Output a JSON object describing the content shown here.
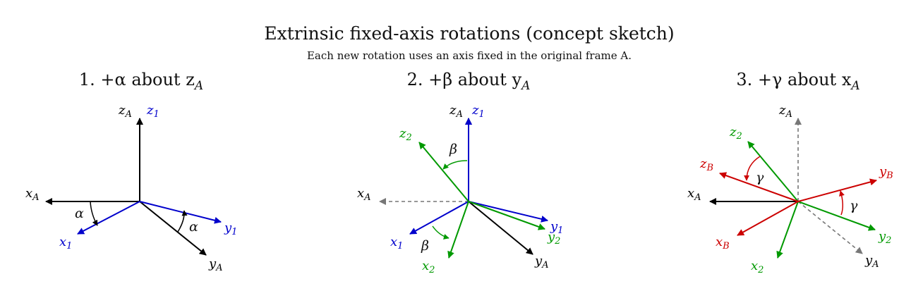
{
  "title": "Extrinsic fixed-axis rotations (concept sketch)",
  "subtitle": "Each new rotation uses an axis fixed in the original frame A.",
  "colors": {
    "frame_A": "#000000",
    "frame_A_faded": "#777777",
    "frame_1": "#0000cc",
    "frame_2": "#009900",
    "frame_B": "#cc0000",
    "angle_arc": "#000000"
  },
  "panels": [
    {
      "title": "1. +α about z",
      "title_sub": "A",
      "axes": [
        {
          "base": "z",
          "sub": "A"
        },
        {
          "base": "x",
          "sub": "A"
        },
        {
          "base": "y",
          "sub": "A"
        },
        {
          "base": "z",
          "sub": "1"
        },
        {
          "base": "x",
          "sub": "1"
        },
        {
          "base": "y",
          "sub": "1"
        }
      ],
      "angle_labels": [
        "α",
        "α"
      ]
    },
    {
      "title": "2. +β about y",
      "title_sub": "A",
      "axes": [
        {
          "base": "z",
          "sub": "A"
        },
        {
          "base": "x",
          "sub": "A"
        },
        {
          "base": "y",
          "sub": "A"
        },
        {
          "base": "z",
          "sub": "1"
        },
        {
          "base": "x",
          "sub": "1"
        },
        {
          "base": "y",
          "sub": "1"
        },
        {
          "base": "z",
          "sub": "2"
        },
        {
          "base": "x",
          "sub": "2"
        },
        {
          "base": "y",
          "sub": "2"
        }
      ],
      "angle_labels": [
        "β",
        "β"
      ]
    },
    {
      "title": "3. +γ about x",
      "title_sub": "A",
      "axes": [
        {
          "base": "z",
          "sub": "A"
        },
        {
          "base": "x",
          "sub": "A"
        },
        {
          "base": "y",
          "sub": "A"
        },
        {
          "base": "z",
          "sub": "2"
        },
        {
          "base": "x",
          "sub": "2"
        },
        {
          "base": "y",
          "sub": "2"
        },
        {
          "base": "z",
          "sub": "B"
        },
        {
          "base": "x",
          "sub": "B"
        },
        {
          "base": "y",
          "sub": "B"
        }
      ],
      "angle_labels": [
        "γ",
        "γ"
      ]
    }
  ]
}
